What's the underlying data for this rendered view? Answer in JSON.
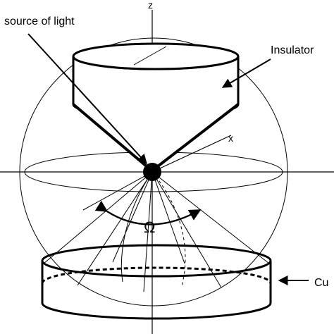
{
  "labels": {
    "z_axis": "z",
    "x_axis": "x",
    "source": "source of light",
    "insulator": "Insulator",
    "omega": "Ω",
    "cu": "Cu"
  }
}
